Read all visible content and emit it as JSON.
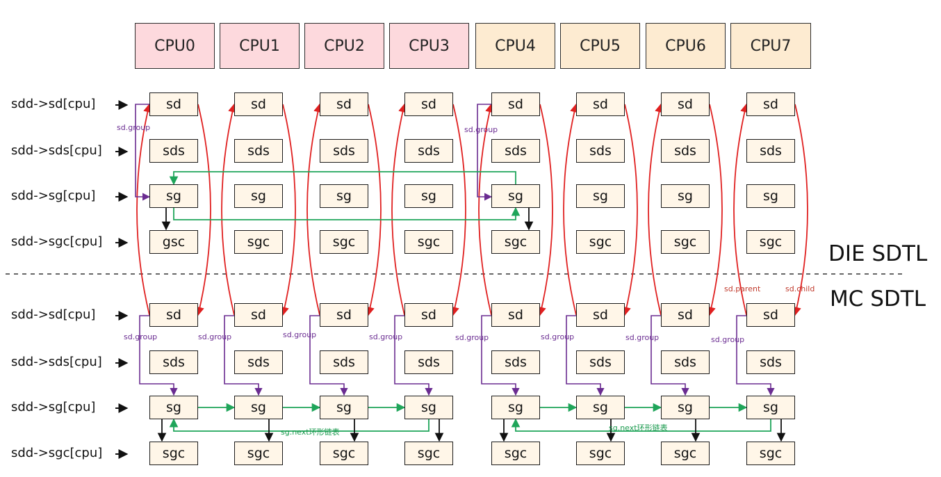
{
  "cpus": [
    {
      "label": "CPU0",
      "color": "#fdd9dd"
    },
    {
      "label": "CPU1",
      "color": "#fdd9dd"
    },
    {
      "label": "CPU2",
      "color": "#fdd9dd"
    },
    {
      "label": "CPU3",
      "color": "#fdd9dd"
    },
    {
      "label": "CPU4",
      "color": "#fdebd1"
    },
    {
      "label": "CPU5",
      "color": "#fdebd1"
    },
    {
      "label": "CPU6",
      "color": "#fdebd1"
    },
    {
      "label": "CPU7",
      "color": "#fdebd1"
    }
  ],
  "row_labels": [
    "sdd->sd[cpu]",
    "sdd->sds[cpu]",
    "sdd->sg[cpu]",
    "sdd->sgc[cpu]"
  ],
  "die": {
    "title": "DIE SDTL",
    "rows": [
      "sd",
      "sds",
      "sg",
      "sgc"
    ],
    "first_sgc_label": "gsc"
  },
  "mc": {
    "title": "MC SDTL",
    "rows": [
      "sd",
      "sds",
      "sg",
      "sgc"
    ]
  },
  "annotations": {
    "sd_group": "sd.group",
    "sd_parent": "sd.parent",
    "sd_child": "sd.child",
    "sg_next": "sg.next环形链表"
  },
  "colors": {
    "parent_child": "#e02020",
    "group": "#6a2c91",
    "sg_next": "#1fa55a",
    "sgc": "#111111"
  }
}
